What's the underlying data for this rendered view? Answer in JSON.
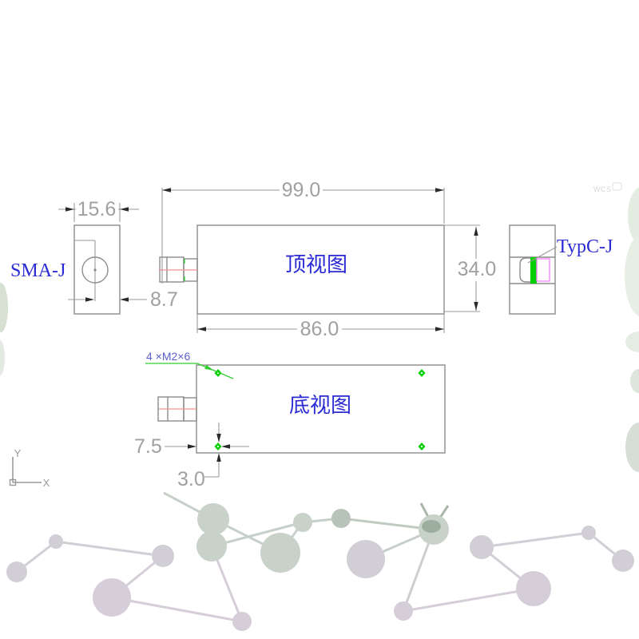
{
  "drawing": {
    "views": {
      "top_view_label": "顶视图",
      "bottom_view_label": "底视图"
    },
    "connectors": {
      "sma_label": "SMA-J",
      "typec_label": "TypC-J"
    },
    "dimensions": {
      "sma_flange_width": "15.6",
      "sma_center_offset": "8.7",
      "overall_length": "99.0",
      "body_length": "86.0",
      "body_width": "34.0",
      "hole_offset_x": "7.5",
      "hole_offset_y": "3.0"
    },
    "annotations": {
      "mounting_hole_note": "4 ×M2×6",
      "wcs_label": "WCS"
    },
    "axes": {
      "x_label": "X",
      "y_label": "Y"
    },
    "colors": {
      "label_blue": "#2b2bd4",
      "dimension_gray": "#a0a0a0",
      "outline_gray": "#8c8c8c",
      "hole_green": "#00d000",
      "typec_magenta": "#ff7dff",
      "centerline_red": "#f59090",
      "watermark_lavender": "#d5ced9",
      "watermark_sage": "#c8d2c9"
    }
  }
}
